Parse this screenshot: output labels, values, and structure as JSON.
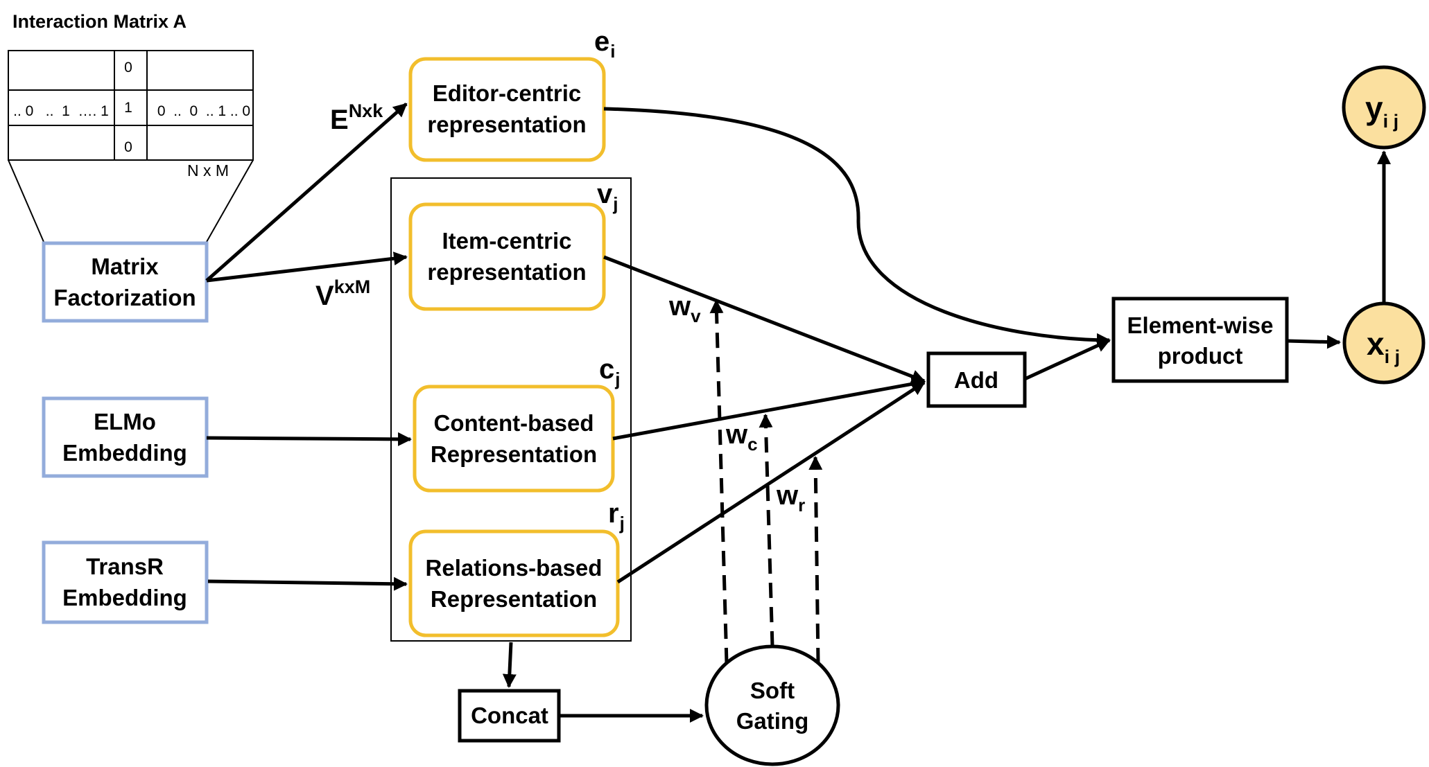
{
  "matrix": {
    "title": "Interaction Matrix A",
    "top_cell": "0",
    "row_left": ".. 0   ..  1  …. 1",
    "center_cell": "1",
    "row_right": "0  ..  0  .. 1 .. 0",
    "bottom_cell": "0",
    "dims": "N x M"
  },
  "inputs": {
    "mf": [
      "Matrix",
      "Factorization"
    ],
    "elmo": [
      "ELMo",
      "Embedding"
    ],
    "transr": [
      "TransR",
      "Embedding"
    ]
  },
  "representations": {
    "editor": {
      "lines": [
        "Editor-centric",
        "representation"
      ],
      "sym": "e",
      "sub": "i"
    },
    "item": {
      "lines": [
        "Item-centric",
        "representation"
      ],
      "sym": "v",
      "sub": "j"
    },
    "content": {
      "lines": [
        "Content-based",
        "Representation"
      ],
      "sym": "c",
      "sub": "j"
    },
    "relations": {
      "lines": [
        "Relations-based",
        "Representation"
      ],
      "sym": "r",
      "sub": "j"
    }
  },
  "edge_labels": {
    "e_base": "E",
    "e_sup": "Nxk",
    "v_base": "V",
    "v_sup": "kxM"
  },
  "weights": {
    "wv": {
      "base": "w",
      "sub": "v"
    },
    "wc": {
      "base": "w",
      "sub": "c"
    },
    "wr": {
      "base": "w",
      "sub": "r"
    }
  },
  "ops": {
    "concat": "Concat",
    "gating": [
      "Soft",
      "Gating"
    ],
    "add": "Add",
    "product": [
      "Element-wise",
      "product"
    ]
  },
  "outputs": {
    "x": {
      "base": "x",
      "sub": "i j"
    },
    "y": {
      "base": "y",
      "sub": "i j"
    }
  },
  "colors": {
    "representation_border": "#f2be2c",
    "input_border": "#93acdb",
    "output_fill": "#fbe09f"
  }
}
